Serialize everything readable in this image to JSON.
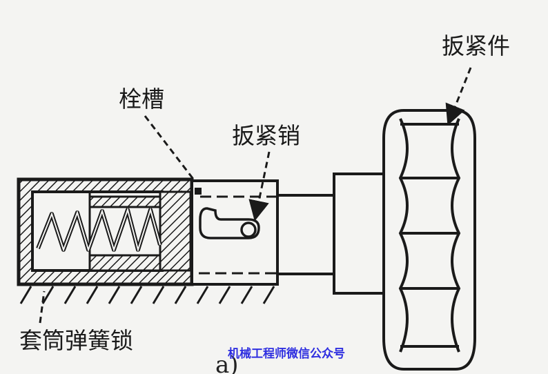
{
  "labels": {
    "clamp_member": "扳紧件",
    "keyway": "栓槽",
    "clamp_pin": "扳紧销",
    "sleeve_spring_lock": "套筒弹簧锁",
    "subfigure": "a)"
  },
  "watermark": "机械工程师微信公众号",
  "colors": {
    "ink": "#1a1a1a",
    "watermark": "#2f2fe0",
    "background": "#f4f4f2"
  }
}
